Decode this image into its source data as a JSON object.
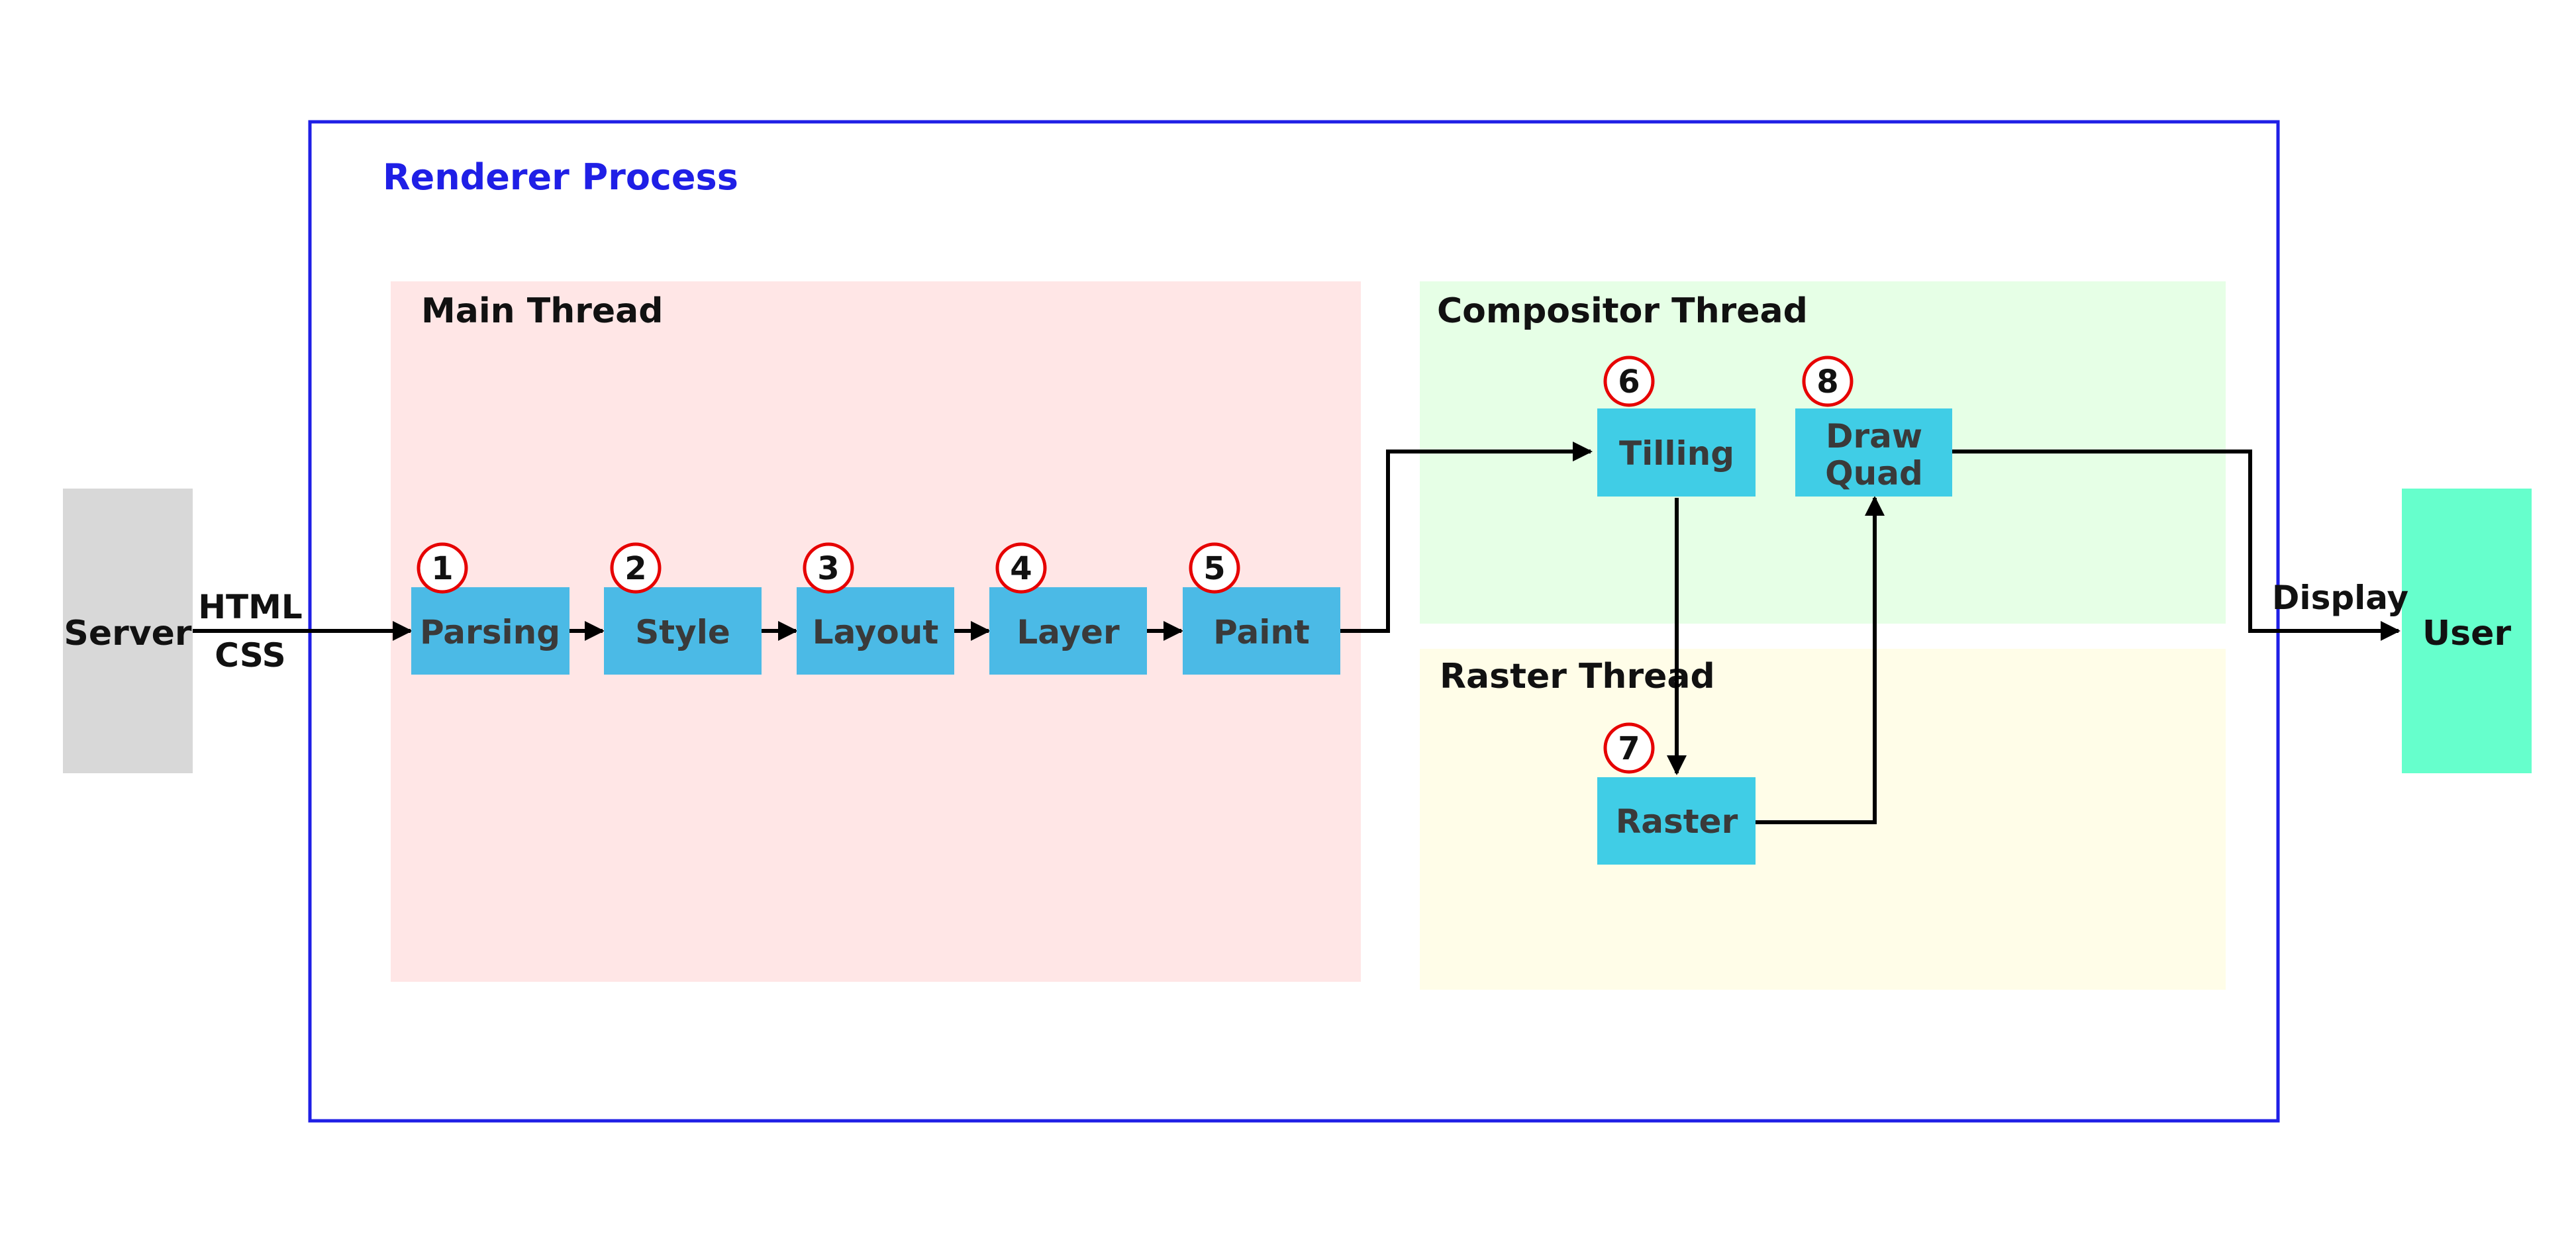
{
  "server": {
    "label": "Server"
  },
  "user": {
    "label": "User"
  },
  "edge_labels": {
    "input_line1": "HTML",
    "input_line2": "CSS",
    "output": "Display"
  },
  "renderer": {
    "title": "Renderer Process"
  },
  "threads": {
    "main": "Main Thread",
    "compositor": "Compositor Thread",
    "raster": "Raster Thread"
  },
  "steps": [
    {
      "num": "1",
      "label": "Parsing"
    },
    {
      "num": "2",
      "label": "Style"
    },
    {
      "num": "3",
      "label": "Layout"
    },
    {
      "num": "4",
      "label": "Layer"
    },
    {
      "num": "5",
      "label": "Paint"
    },
    {
      "num": "6",
      "label": "Tilling"
    },
    {
      "num": "7",
      "label": "Raster"
    },
    {
      "num": "8",
      "label_line1": "Draw",
      "label_line2": "Quad"
    }
  ],
  "colors": {
    "renderer_border": "#1f1fe6",
    "main_bg": "#ffe6e6",
    "compositor_bg": "#e6ffe6",
    "raster_bg": "#fffde8",
    "step_main": "#4bbae6",
    "step_compositor": "#40cde6",
    "server_bg": "#d8d8d8",
    "user_bg": "#66ffcc",
    "badge_ring": "#e60000"
  }
}
